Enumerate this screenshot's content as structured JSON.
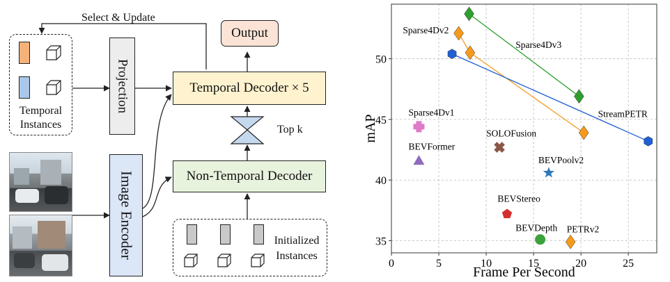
{
  "diagram": {
    "select_update": "Select & Update",
    "temporal_instances": "Temporal\nInstances",
    "projection": "Projection",
    "output": "Output",
    "temporal_decoder": "Temporal Decoder × 5",
    "top_k": "Top k",
    "non_temporal_decoder": "Non-Temporal Decoder",
    "image_encoder": "Image Encoder",
    "initialized_instances": "Initialized\nInstances",
    "colors": {
      "temporal_decoder_fill": "#fff3cf",
      "non_temporal_decoder_fill": "#e8f3de",
      "output_fill": "#fbe3d6",
      "projection_fill": "#ededed",
      "image_encoder_fill": "#dbe6f7",
      "orange_square": "#f7b27a",
      "blue_square": "#a9c8ea",
      "gray_square": "#c9c9c9",
      "topk_fill": "#c5d9ee"
    }
  },
  "chart_data": {
    "type": "scatter",
    "xlabel": "Frame Per Second",
    "ylabel": "mAP",
    "xlim": [
      0,
      28
    ],
    "ylim": [
      34,
      54.5
    ],
    "xticks": [
      0,
      5,
      10,
      15,
      20,
      25
    ],
    "yticks": [
      35,
      40,
      45,
      50
    ],
    "grid": true,
    "points": [
      {
        "name": "Sparse4Dv1",
        "x": 2.9,
        "y": 44.4,
        "marker": "plus",
        "color": "#e07ac8"
      },
      {
        "name": "BEVFormer",
        "x": 2.9,
        "y": 41.6,
        "marker": "triangle",
        "color": "#8f6bbd"
      },
      {
        "name": "SOLOFusion",
        "x": 11.4,
        "y": 42.7,
        "marker": "x",
        "color": "#8b5746"
      },
      {
        "name": "BEVPoolv2",
        "x": 16.6,
        "y": 40.6,
        "marker": "star",
        "color": "#2f79b8"
      },
      {
        "name": "BEVStereo",
        "x": 12.2,
        "y": 37.2,
        "marker": "pentagon",
        "color": "#d32f2f"
      },
      {
        "name": "BEVDepth",
        "x": 15.7,
        "y": 35.1,
        "marker": "circle",
        "color": "#3ca23c"
      },
      {
        "name": "PETRv2",
        "x": 18.9,
        "y": 34.9,
        "marker": "diamond",
        "color": "#f59a1b"
      }
    ],
    "series": [
      {
        "name": "Sparse4Dv3",
        "color": "#2e9e2e",
        "marker": "diamond",
        "points": [
          [
            8.2,
            53.7
          ],
          [
            19.8,
            46.9
          ]
        ]
      },
      {
        "name": "Sparse4Dv2",
        "color": "#f59a1b",
        "marker": "diamond",
        "points": [
          [
            7.1,
            52.1
          ],
          [
            8.3,
            50.5
          ],
          [
            20.3,
            43.9
          ]
        ]
      },
      {
        "name": "StreamPETR",
        "color": "#1f5fd6",
        "marker": "hexagon",
        "points": [
          [
            6.4,
            50.4
          ],
          [
            27.1,
            43.2
          ]
        ]
      }
    ],
    "annotations": [
      {
        "text": "Sparse4Dv2",
        "x": 1.2,
        "y": 52.1,
        "bind": "Sparse4Dv2"
      },
      {
        "text": "Sparse4Dv3",
        "x": 13.1,
        "y": 50.9,
        "bind": "Sparse4Dv3"
      },
      {
        "text": "StreamPETR",
        "x": 21.8,
        "y": 45.2,
        "bind": "StreamPETR"
      },
      {
        "text": "Sparse4Dv1",
        "x": 1.8,
        "y": 45.3,
        "bind": "Sparse4Dv1"
      },
      {
        "text": "SOLOFusion",
        "x": 10.0,
        "y": 43.6,
        "bind": "SOLOFusion"
      },
      {
        "text": "BEVFormer",
        "x": 1.8,
        "y": 42.5,
        "bind": "BEVFormer"
      },
      {
        "text": "BEVPoolv2",
        "x": 15.5,
        "y": 41.4,
        "bind": "BEVPoolv2"
      },
      {
        "text": "BEVStereo",
        "x": 11.2,
        "y": 38.2,
        "bind": "BEVStereo"
      },
      {
        "text": "BEVDepth",
        "x": 13.1,
        "y": 35.8,
        "bind": "BEVDepth"
      },
      {
        "text": "PETRv2",
        "x": 18.5,
        "y": 35.7,
        "bind": "PETRv2"
      }
    ]
  }
}
